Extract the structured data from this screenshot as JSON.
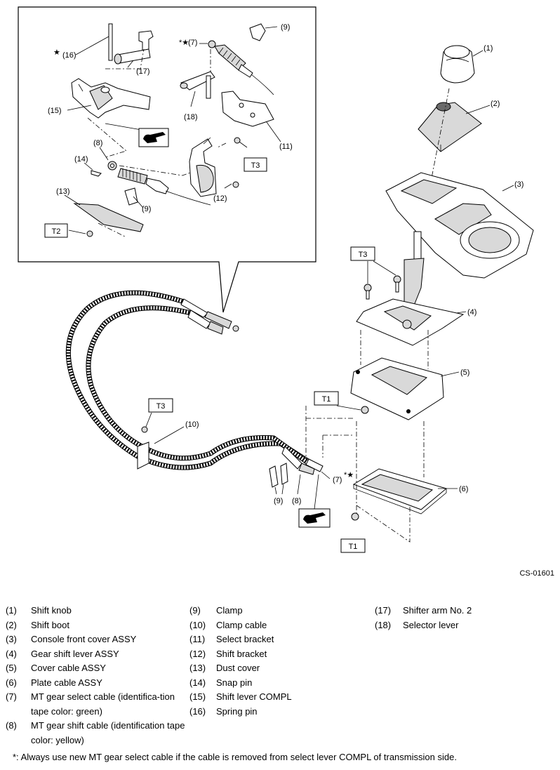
{
  "diagram": {
    "callouts": {
      "c1": "(1)",
      "c2": "(2)",
      "c3": "(3)",
      "c4": "(4)",
      "c5": "(5)",
      "c6": "(6)",
      "c7_inset": "(7)",
      "c7_main": "(7)",
      "c8_inset": "(8)",
      "c8_main": "(8)",
      "c9_inset_top": "(9)",
      "c9_inset_bottom": "(9)",
      "c9_main": "(9)",
      "c10": "(10)",
      "c11": "(11)",
      "c12": "(12)",
      "c13": "(13)",
      "c14": "(14)",
      "c15": "(15)",
      "c16": "(16)",
      "c17": "(17)",
      "c18": "(18)"
    },
    "torque_boxes": {
      "t3_inset": "T3",
      "t2_inset": "T2",
      "t3_console": "T3",
      "t3_clamp": "T3",
      "t1_cover": "T1",
      "t1_plate": "T1"
    },
    "star_symbol": "★",
    "asterisk_star": "*★",
    "figure_code": "CS-01601"
  },
  "legend": {
    "col1": [
      {
        "num": "(1)",
        "text": "Shift knob"
      },
      {
        "num": "(2)",
        "text": "Shift boot"
      },
      {
        "num": "(3)",
        "text": "Console front cover ASSY"
      },
      {
        "num": "(4)",
        "text": "Gear shift lever ASSY"
      },
      {
        "num": "(5)",
        "text": "Cover cable ASSY"
      },
      {
        "num": "(6)",
        "text": "Plate cable ASSY"
      },
      {
        "num": "(7)",
        "text": "MT gear select cable (identifica-tion tape color: green)"
      },
      {
        "num": "(8)",
        "text": "MT gear shift cable (identification tape color: yellow)"
      }
    ],
    "col2": [
      {
        "num": "(9)",
        "text": "Clamp"
      },
      {
        "num": "(10)",
        "text": "Clamp cable"
      },
      {
        "num": "(11)",
        "text": "Select bracket"
      },
      {
        "num": "(12)",
        "text": "Shift bracket"
      },
      {
        "num": "(13)",
        "text": "Dust cover"
      },
      {
        "num": "(14)",
        "text": "Snap pin"
      },
      {
        "num": "(15)",
        "text": "Shift lever COMPL"
      },
      {
        "num": "(16)",
        "text": "Spring pin"
      }
    ],
    "col3": [
      {
        "num": "(17)",
        "text": "Shifter arm No. 2"
      },
      {
        "num": "(18)",
        "text": "Selector lever"
      }
    ]
  },
  "footnote": "*: Always use new MT gear select cable if the cable is removed from select lever COMPL of transmission side."
}
